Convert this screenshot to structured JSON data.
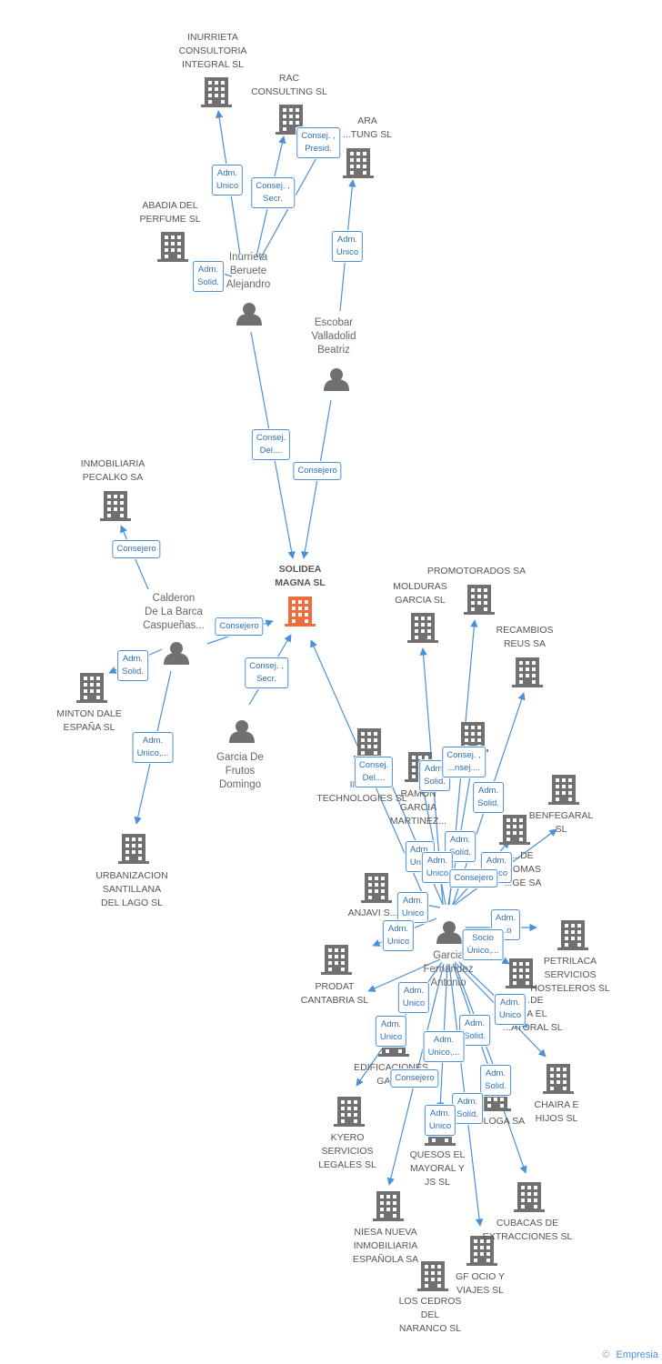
{
  "colors": {
    "edge": "#4a90d9",
    "building": "#707070",
    "center": "#f26b3a",
    "person": "#707070"
  },
  "nodes": [
    {
      "id": "solidea",
      "type": "company",
      "center": true,
      "label": "SOLIDEA\nMAGNA SL"
    },
    {
      "id": "inurrieta_c",
      "type": "company",
      "label": "INURRIETA\nCONSULTORIA\nINTEGRAL SL"
    },
    {
      "id": "rac",
      "type": "company",
      "label": "RAC\nCONSULTING SL"
    },
    {
      "id": "ara",
      "type": "company",
      "label": "ARA\n...TUNG SL"
    },
    {
      "id": "abadia",
      "type": "company",
      "label": "ABADIA DEL\nPERFUME SL"
    },
    {
      "id": "p_inurrieta",
      "type": "person",
      "label": "Inurrieta\nBeruete\nAlejandro"
    },
    {
      "id": "p_escobar",
      "type": "person",
      "label": "Escobar\nValladolid\nBeatriz"
    },
    {
      "id": "pecalko",
      "type": "company",
      "label": "INMOBILIARIA\nPECALKO SA"
    },
    {
      "id": "p_calderon",
      "type": "person",
      "label": "Calderon\nDe La Barca\nCaspueñas..."
    },
    {
      "id": "minton",
      "type": "company",
      "label": "MINTON DALE\nESPAÑA SL"
    },
    {
      "id": "urbanizacion",
      "type": "company",
      "label": "URBANIZACION\nSANTILLANA\nDEL LAGO  SL"
    },
    {
      "id": "p_garcia_de",
      "type": "person",
      "label": "Garcia De\nFrutos\nDomingo"
    },
    {
      "id": "promotorados",
      "type": "company",
      "label": "PROMOTORADOS SA"
    },
    {
      "id": "molduras",
      "type": "company",
      "label": "MOLDURAS\nGARCIA SL"
    },
    {
      "id": "recambios",
      "type": "company",
      "label": "RECAMBIOS\nREUS SA"
    },
    {
      "id": "benfegaral",
      "type": "company",
      "label": "BENFEGARAL\nSL"
    },
    {
      "id": "innov",
      "type": "company",
      "label": "C...\nINN...\nTECHNOLOGIES SL"
    },
    {
      "id": "ramon",
      "type": "company",
      "label": "RAMON\nGARCIA\nMARTINEZ..."
    },
    {
      "id": "c_mid1",
      "type": "company",
      "label": ""
    },
    {
      "id": "c_mid2",
      "type": "company",
      "label": "...DE\n...OMAS\n...GE SA"
    },
    {
      "id": "anjavi",
      "type": "company",
      "label": "ANJAVI  S..."
    },
    {
      "id": "p_garcia_f",
      "type": "person",
      "label": "Garcia\nFernandez\nAntonio"
    },
    {
      "id": "petrilaca",
      "type": "company",
      "label": "PETRILACA\nSERVICIOS\nHOSTELEROS SL"
    },
    {
      "id": "c_mid3",
      "type": "company",
      "label": "...DE\n...A EL\n...ATORAL  SL"
    },
    {
      "id": "prodat",
      "type": "company",
      "label": "PRODAT\nCANTABRIA  SL"
    },
    {
      "id": "edificaciones",
      "type": "company",
      "label": "EDIFICACIONES\nGAR..."
    },
    {
      "id": "chaira",
      "type": "company",
      "label": "CHAIRA E\nHIJOS SL"
    },
    {
      "id": "kyero",
      "type": "company",
      "label": "KYERO\nSERVICIOS\nLEGALES SL"
    },
    {
      "id": "c_loga",
      "type": "company",
      "label": "...LOGA SA"
    },
    {
      "id": "quesos",
      "type": "company",
      "label": "QUESOS EL\nMAYORAL Y\nJS  SL"
    },
    {
      "id": "cubacas",
      "type": "company",
      "label": "CUBACAS DE\nEXTRACCIONES SL"
    },
    {
      "id": "niesa",
      "type": "company",
      "label": "NIESA NUEVA\nINMOBILIARIA\nESPAÑOLA SA"
    },
    {
      "id": "gfocio",
      "type": "company",
      "label": "GF OCIO Y\nVIAJES SL"
    },
    {
      "id": "cedros",
      "type": "company",
      "label": "LOS CEDROS\nDEL\nNARANCO SL"
    }
  ],
  "edges": [
    {
      "label": "Adm.\nUnico"
    },
    {
      "label": "Consej. ,\nSecr."
    },
    {
      "label": "Consej. ,\nPresid."
    },
    {
      "label": "Adm.\nSolid."
    },
    {
      "label": "Adm.\nUnico"
    },
    {
      "label": "Consej.\nDel...."
    },
    {
      "label": "Consejero"
    },
    {
      "label": "Consejero"
    },
    {
      "label": "Consejero"
    },
    {
      "label": "Adm.\nSolid."
    },
    {
      "label": "Adm.\nUnico,..."
    },
    {
      "label": "Consej. ,\nSecr."
    },
    {
      "label": "Consej.\nDel...."
    },
    {
      "label": "Adm.\nSolid."
    },
    {
      "label": "Consej. ,\n...nsej...."
    },
    {
      "label": "Adm.\nSolid."
    },
    {
      "label": "Adm.\nSolid."
    },
    {
      "label": "Adm.\nUni..."
    },
    {
      "label": "Adm.\nUnico"
    },
    {
      "label": "Adm.\nUnico"
    },
    {
      "label": "Consejero"
    },
    {
      "label": "Adm.\nUnico"
    },
    {
      "label": "Adm.\nUnico"
    },
    {
      "label": "Adm.\n...o"
    },
    {
      "label": "Socio\nÚnico,..."
    },
    {
      "label": "Adm.\nUnico"
    },
    {
      "label": "Adm.\nUnico"
    },
    {
      "label": "Adm.\nSolid."
    },
    {
      "label": "Adm.\nUnico"
    },
    {
      "label": "Adm.\nUnico,..."
    },
    {
      "label": "Consejero"
    },
    {
      "label": "Adm.\nSolid."
    },
    {
      "label": "Adm.\nSolid."
    },
    {
      "label": "Adm.\nUnico"
    }
  ],
  "footer": {
    "copyright": "©",
    "brand": "Empresia"
  }
}
